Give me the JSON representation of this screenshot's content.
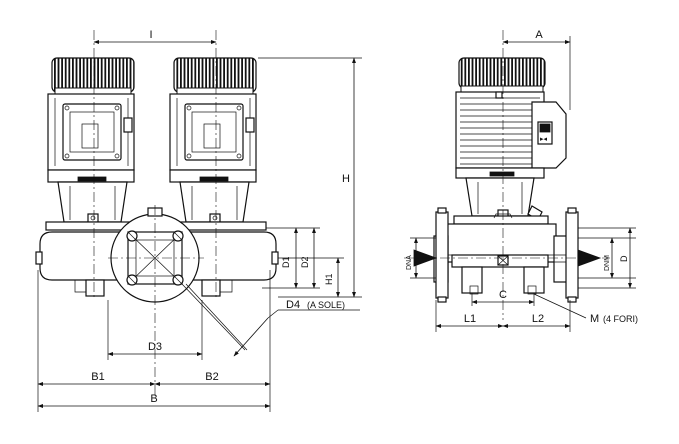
{
  "labels": {
    "I": "I",
    "H": "H",
    "D1": "D1",
    "D2": "D2",
    "H1": "H1",
    "D4": "D4",
    "D4_note": "(A SOLE)",
    "D3": "D3",
    "B1": "B1",
    "B2": "B2",
    "B": "B",
    "A": "A",
    "DNA": "DNA",
    "DNM": "DNM",
    "D": "D",
    "C": "C",
    "L1": "L1",
    "L2": "L2",
    "M": "M",
    "M_note": "(4 FORI)"
  }
}
